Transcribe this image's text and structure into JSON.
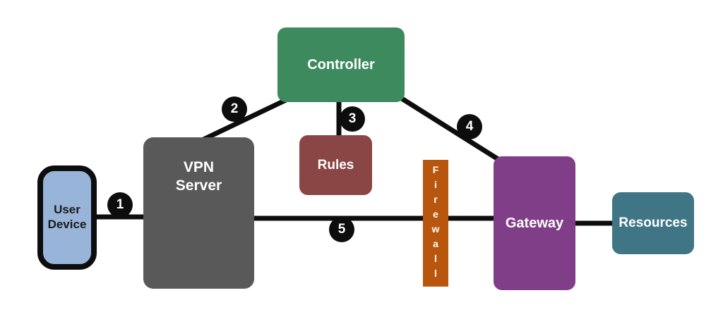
{
  "colors": {
    "background": "#ffffff",
    "line": "#0d0d0d",
    "badge_bg": "#0d0d0d",
    "badge_text": "#ffffff"
  },
  "nodes": {
    "user_device": {
      "label": "User Device",
      "lines": [
        "User",
        "Device"
      ],
      "fill": "#98b4d9",
      "border_color": "#0d0d0d",
      "text_color": "#1a1a1a"
    },
    "vpn_server": {
      "label": "VPN Server",
      "lines": [
        "VPN",
        "Server"
      ],
      "fill": "#595959",
      "text_color": "#ffffff"
    },
    "controller": {
      "label": "Controller",
      "fill": "#3e8a5f",
      "text_color": "#ffffff"
    },
    "rules": {
      "label": "Rules",
      "fill": "#8a4545",
      "text_color": "#ffffff"
    },
    "firewall": {
      "label": "Firewall",
      "fill": "#b9560e",
      "text_color": "#ffffff",
      "orientation": "vertical"
    },
    "gateway": {
      "label": "Gateway",
      "fill": "#803e88",
      "text_color": "#ffffff"
    },
    "resources": {
      "label": "Resources",
      "fill": "#3f7585",
      "text_color": "#ffffff"
    }
  },
  "connections": [
    {
      "step": "1",
      "from": "User Device",
      "to": "VPN Server"
    },
    {
      "step": "2",
      "from": "VPN Server",
      "to": "Controller"
    },
    {
      "step": "3",
      "from": "Controller",
      "to": "Rules"
    },
    {
      "step": "4",
      "from": "Controller",
      "to": "Gateway"
    },
    {
      "step": "5",
      "from": "VPN Server",
      "to": "Gateway",
      "via": "Firewall"
    },
    {
      "step": "",
      "from": "Gateway",
      "to": "Resources"
    }
  ]
}
